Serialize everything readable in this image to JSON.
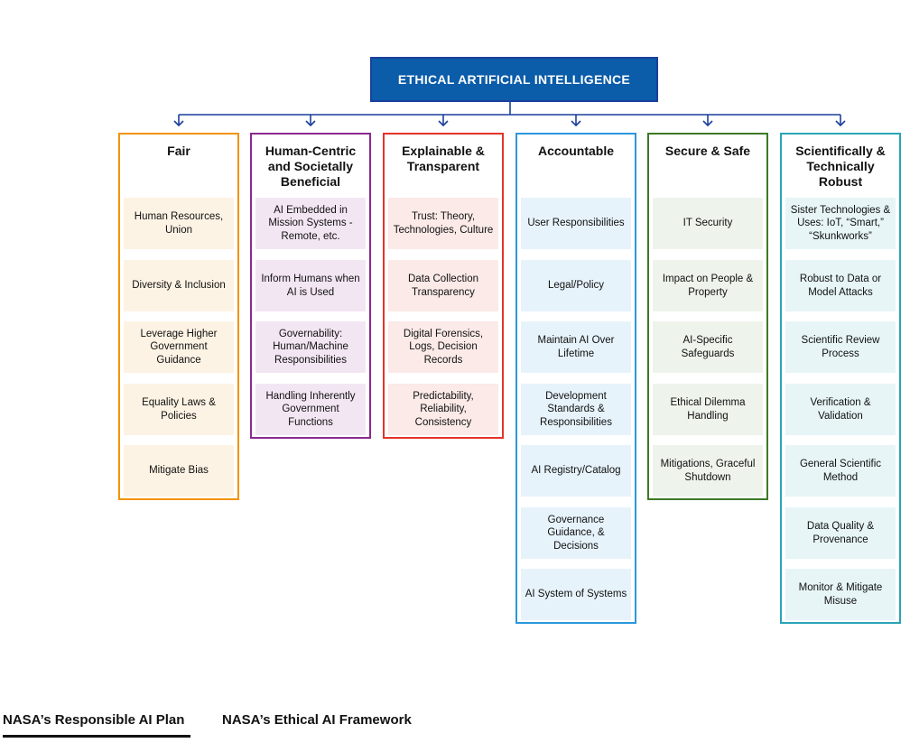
{
  "title": "ETHICAL ARTIFICIAL INTELLIGENCE",
  "line_color": "#1b3f9c",
  "columns": [
    {
      "title": "Fair",
      "border": "#f39200",
      "fill": "#fdf3e4",
      "items": [
        "Human Resources, Union",
        "Diversity & Inclusion",
        "Leverage Higher Government Guidance",
        "Equality Laws & Policies",
        "Mitigate Bias"
      ]
    },
    {
      "title": "Human-Centric and Societally Beneficial",
      "border": "#8b2a8e",
      "fill": "#f3e6f3",
      "items": [
        "AI Embedded in Mission Systems - Remote, etc.",
        "Inform Humans when AI is Used",
        "Governability: Human/Machine Responsibilities",
        "Handling Inherently Government Functions"
      ]
    },
    {
      "title": "Explainable & Transparent",
      "border": "#e5332a",
      "fill": "#fbeae8",
      "items": [
        "Trust: Theory, Technologies, Culture",
        "Data Collection Transparency",
        "Digital Forensics, Logs, Decision Records",
        "Predictability, Reliability, Consistency"
      ]
    },
    {
      "title": "Accountable",
      "border": "#2b98dd",
      "fill": "#e7f3fb",
      "items": [
        "User Responsibilities",
        "Legal/Policy",
        "Maintain AI Over Lifetime",
        "Development Standards & Responsibilities",
        "AI Registry/Catalog",
        "Governance Guidance, & Decisions",
        "AI System of Systems"
      ]
    },
    {
      "title": "Secure & Safe",
      "border": "#3b7a25",
      "fill": "#eef3eb",
      "items": [
        "IT Security",
        "Impact on People & Property",
        "AI-Specific Safeguards",
        "Ethical Dilemma Handling",
        "Mitigations, Graceful Shutdown"
      ]
    },
    {
      "title": "Scientifically & Technically Robust",
      "border": "#2aa5b6",
      "fill": "#e7f5f7",
      "items": [
        "Sister Technologies & Uses: IoT, “Smart,” “Skunkworks”",
        "Robust to Data or Model Attacks",
        "Scientific Review Process",
        "Verification & Validation",
        "General Scientific Method",
        "Data Quality & Provenance",
        "Monitor & Mitigate Misuse"
      ]
    }
  ],
  "tabs": [
    {
      "label": "NASA’s Responsible AI Plan",
      "active": true
    },
    {
      "label": "NASA’s Ethical AI Framework",
      "active": false
    }
  ]
}
